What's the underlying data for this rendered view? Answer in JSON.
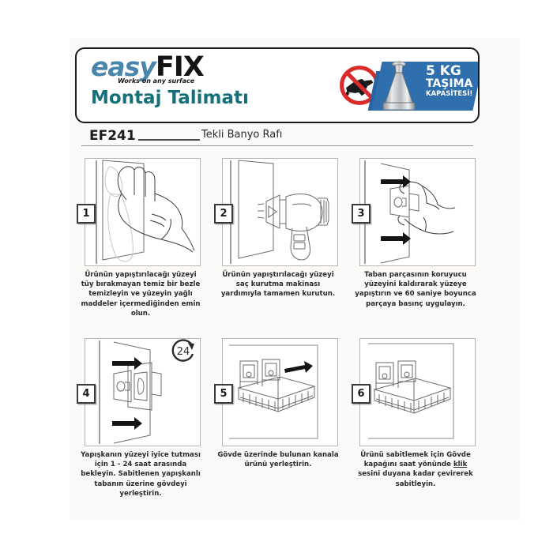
{
  "brand": {
    "name_light": "easy",
    "name_bold": "FIX",
    "tagline": "Works on any surface",
    "subtitle": "Montaj Talimatı",
    "color_easy": "#4a85ad",
    "color_fix": "#141414",
    "color_subtitle": "#16707a"
  },
  "badge": {
    "no_drill_icon": "no-drilling-icon",
    "weight_icon": "weight-icon",
    "capacity_value": "5 KG",
    "capacity_line2": "TAŞIMA",
    "capacity_line3": "KAPASİTESİ!",
    "band_color": "#2f6fae"
  },
  "model": {
    "code": "EF241",
    "name": "Tekli Banyo Rafı"
  },
  "steps": [
    {
      "number": "1",
      "illustration": "hand-wiping-wall-with-cloth",
      "caption": "Ürünün yapıştırılacağı yüzeyi tüy bırakmayan temiz bir bezle temizleyin ve yüzeyin yağlı maddeler içermediğinden emin olun."
    },
    {
      "number": "2",
      "illustration": "hair-dryer-drying-wall",
      "caption": "Ürünün yapıştırılacağı yüzeyi saç kurutma makinası yardımıyla tamamen kurutun."
    },
    {
      "number": "3",
      "illustration": "hands-pressing-base-plate-on-wall",
      "caption": "Taban parçasının koruyucu yüzeyini kaldırarak yüzeye yapıştırın ve 60 saniye boyunca parçaya basınç uygulayın."
    },
    {
      "number": "4",
      "illustration": "body-mounted-on-adhesive-base",
      "caption_pre": "Yapışkanın yüzeyi iyice tutması için 1 - 24 saat arasında bekleyin. Sabitlenen yapışkanlı tabanın üzerine gövdeyi yerleştirin.",
      "wait_badge": "24"
    },
    {
      "number": "5",
      "illustration": "basket-shelf-sliding-into-channel",
      "caption": "Gövde üzerinde bulunan kanala ürünü yerleştirin."
    },
    {
      "number": "6",
      "illustration": "installed-basket-shelf-complete",
      "caption_part1": "Ürünü sabitlemek için Gövde kapağını saat yönünde ",
      "caption_click": "klik",
      "caption_part2": " sesini duyana kadar çevirerek sabitleyin."
    }
  ]
}
